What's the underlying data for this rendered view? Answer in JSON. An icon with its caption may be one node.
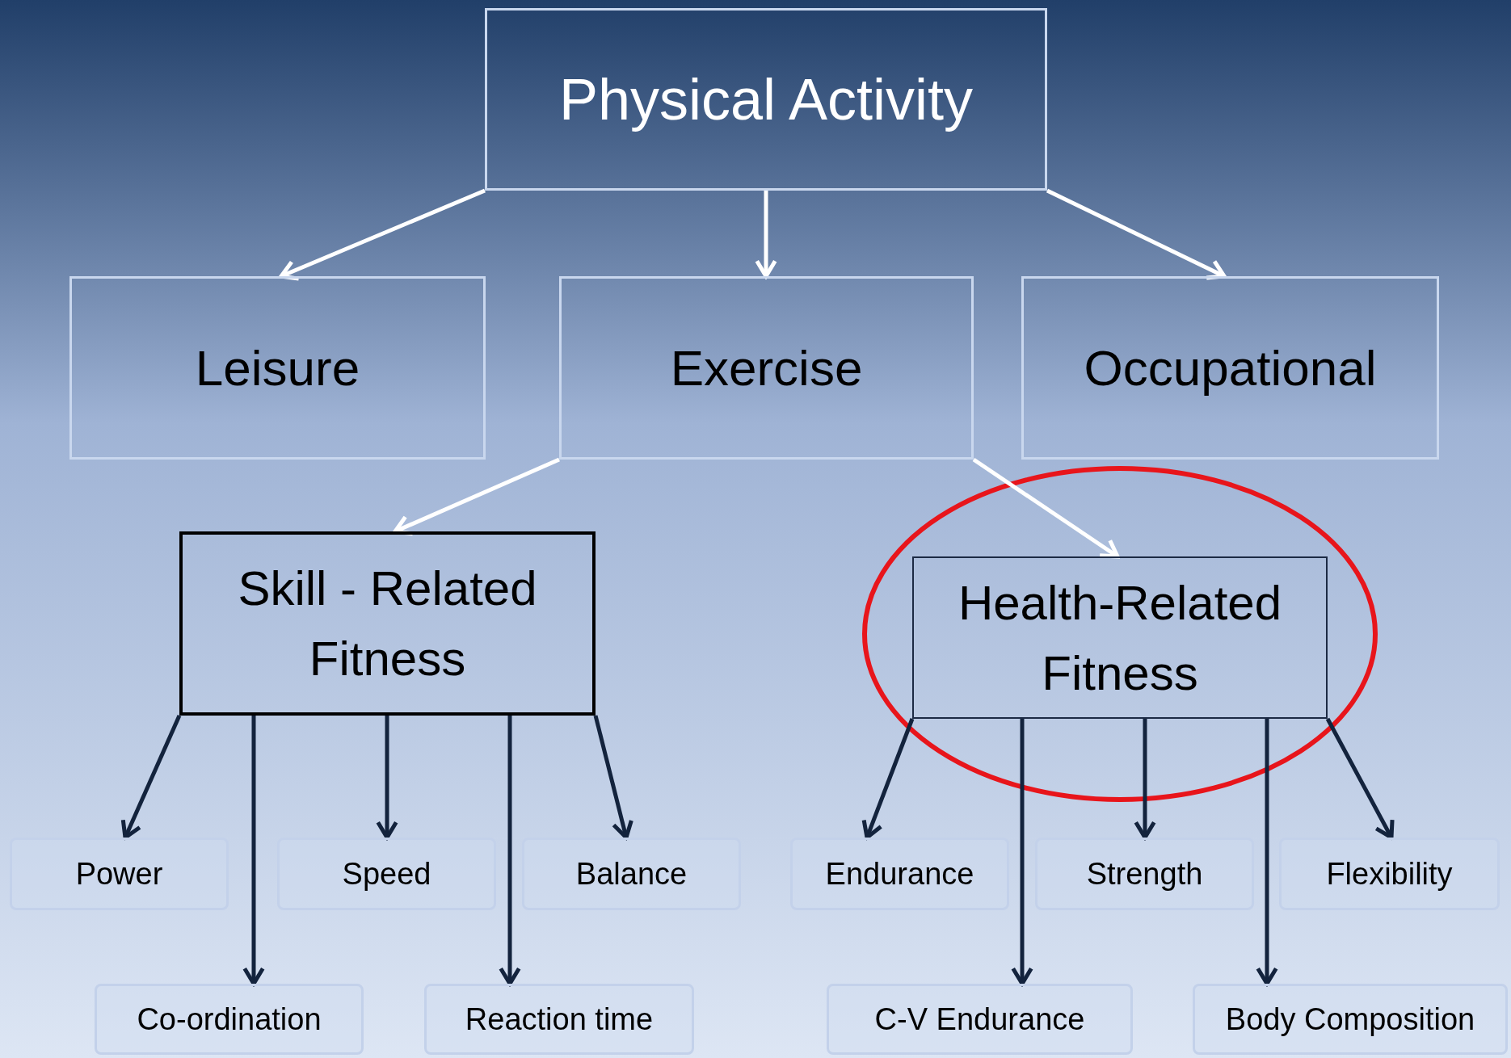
{
  "diagram": {
    "nodes": [
      {
        "text": [
          "Physical Activity"
        ]
      },
      {
        "text": [
          "Leisure"
        ]
      },
      {
        "text": [
          "Exercise"
        ]
      },
      {
        "text": [
          "Occupational"
        ]
      },
      {
        "text": [
          "Skill - Related Fitness"
        ]
      },
      {
        "text": [
          "Health-Related Fitness"
        ]
      },
      {
        "text": [
          "Power"
        ]
      },
      {
        "text": [
          "Speed"
        ]
      },
      {
        "text": [
          "Balance"
        ]
      },
      {
        "text": [
          "Endurance"
        ]
      },
      {
        "text": [
          "Strength"
        ]
      },
      {
        "text": [
          "Flexibility"
        ]
      },
      {
        "text": [
          "Co-ordination"
        ]
      },
      {
        "text": [
          "Reaction time"
        ]
      },
      {
        "text": [
          "C-V Endurance"
        ]
      },
      {
        "text": [
          "Body Composition"
        ]
      }
    ],
    "edges": [
      {
        "from": 0,
        "to": 1,
        "arrow": "to",
        "color": "#ffffff"
      },
      {
        "from": 0,
        "to": 2,
        "arrow": "to",
        "color": "#ffffff"
      },
      {
        "from": 0,
        "to": 3,
        "arrow": "to",
        "color": "#ffffff"
      },
      {
        "from": 2,
        "to": 4,
        "arrow": "to",
        "color": "#ffffff"
      },
      {
        "from": 2,
        "to": 5,
        "arrow": "to",
        "color": "#ffffff"
      },
      {
        "from": 4,
        "to": 6,
        "arrow": "to"
      },
      {
        "from": 4,
        "to": 12,
        "arrow": "to"
      },
      {
        "from": 4,
        "to": 7,
        "arrow": "to"
      },
      {
        "from": 4,
        "to": 13,
        "arrow": "to"
      },
      {
        "from": 4,
        "to": 8,
        "arrow": "to"
      },
      {
        "from": 5,
        "to": 9,
        "arrow": "to"
      },
      {
        "from": 5,
        "to": 14,
        "arrow": "to"
      },
      {
        "from": 5,
        "to": 10,
        "arrow": "to"
      },
      {
        "from": 5,
        "to": 15,
        "arrow": "to"
      },
      {
        "from": 5,
        "to": 11,
        "arrow": "to"
      }
    ]
  }
}
